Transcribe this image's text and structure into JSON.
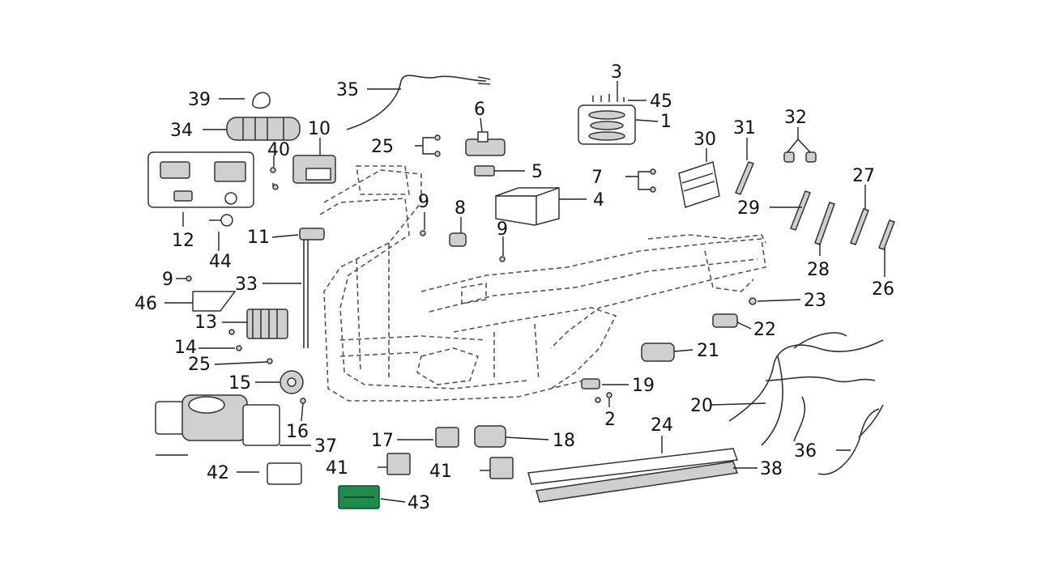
{
  "callouts": [
    {
      "id": "c1",
      "text": "1"
    },
    {
      "id": "c2",
      "text": "2"
    },
    {
      "id": "c3",
      "text": "3"
    },
    {
      "id": "c4",
      "text": "4"
    },
    {
      "id": "c5",
      "text": "5"
    },
    {
      "id": "c6",
      "text": "6"
    },
    {
      "id": "c7",
      "text": "7"
    },
    {
      "id": "c8",
      "text": "8"
    },
    {
      "id": "c9a",
      "text": "9"
    },
    {
      "id": "c9b",
      "text": "9"
    },
    {
      "id": "c9c",
      "text": "9"
    },
    {
      "id": "c10",
      "text": "10"
    },
    {
      "id": "c11",
      "text": "11"
    },
    {
      "id": "c12",
      "text": "12"
    },
    {
      "id": "c13",
      "text": "13"
    },
    {
      "id": "c14",
      "text": "14"
    },
    {
      "id": "c15",
      "text": "15"
    },
    {
      "id": "c16",
      "text": "16"
    },
    {
      "id": "c17",
      "text": "17"
    },
    {
      "id": "c18",
      "text": "18"
    },
    {
      "id": "c19",
      "text": "19"
    },
    {
      "id": "c20",
      "text": "20"
    },
    {
      "id": "c21",
      "text": "21"
    },
    {
      "id": "c22",
      "text": "22"
    },
    {
      "id": "c23",
      "text": "23"
    },
    {
      "id": "c24",
      "text": "24"
    },
    {
      "id": "c25a",
      "text": "25"
    },
    {
      "id": "c25b",
      "text": "25"
    },
    {
      "id": "c26",
      "text": "26"
    },
    {
      "id": "c27",
      "text": "27"
    },
    {
      "id": "c28",
      "text": "28"
    },
    {
      "id": "c29",
      "text": "29"
    },
    {
      "id": "c30",
      "text": "30"
    },
    {
      "id": "c31",
      "text": "31"
    },
    {
      "id": "c32",
      "text": "32"
    },
    {
      "id": "c33",
      "text": "33"
    },
    {
      "id": "c34",
      "text": "34"
    },
    {
      "id": "c35",
      "text": "35"
    },
    {
      "id": "c36",
      "text": "36"
    },
    {
      "id": "c37",
      "text": "37"
    },
    {
      "id": "c38",
      "text": "38"
    },
    {
      "id": "c39",
      "text": "39"
    },
    {
      "id": "c40",
      "text": "40"
    },
    {
      "id": "c41a",
      "text": "41"
    },
    {
      "id": "c41b",
      "text": "41"
    },
    {
      "id": "c42",
      "text": "42"
    },
    {
      "id": "c43",
      "text": "43"
    },
    {
      "id": "c44",
      "text": "44"
    },
    {
      "id": "c45",
      "text": "45"
    },
    {
      "id": "c46",
      "text": "46"
    }
  ],
  "colors": {
    "line": "#222222",
    "fuse_green": "#1f8a4c"
  }
}
